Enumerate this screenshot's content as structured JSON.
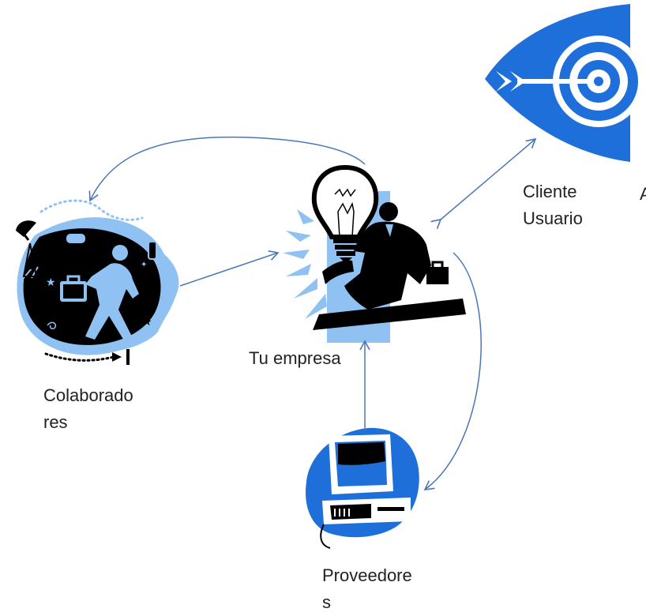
{
  "nodes": {
    "cliente": {
      "line1": "Cliente",
      "line2": "Usuario",
      "icon": "target-arrow-icon"
    },
    "empresa": {
      "label": "Tu empresa",
      "icon": "lightbulb-businessman-icon"
    },
    "colaboradores": {
      "line1": "Colaborado",
      "line2": "res",
      "icon": "busy-worker-icon"
    },
    "proveedores": {
      "line1": "Proveedore",
      "line2": "s",
      "icon": "computer-icon"
    }
  },
  "clipped_text": "A",
  "colors": {
    "arrow": "#4a76b8",
    "icon_blue": "#1e6fd9",
    "light_blue": "#8fc1f2",
    "black": "#000000"
  }
}
